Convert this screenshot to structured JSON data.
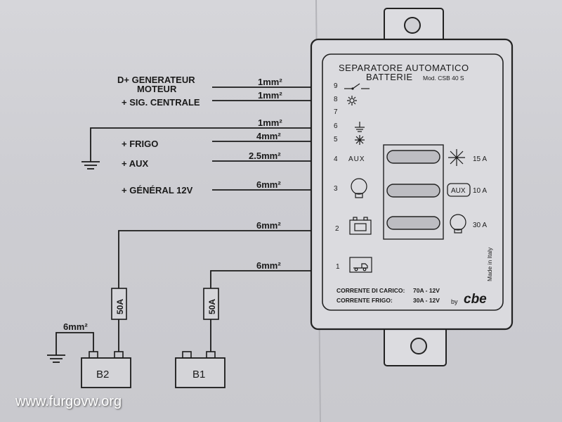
{
  "terminals": [
    {
      "line1": "D+  GENERATEUR",
      "line2": "MOTEUR",
      "wire": "1mm²"
    },
    {
      "label": "+ SIG. CENTRALE",
      "wire": "1mm²"
    },
    {
      "label": "",
      "wire": "1mm²"
    },
    {
      "label": "+ FRIGO",
      "wire": "4mm²"
    },
    {
      "label": "+ AUX",
      "wire": "2.5mm²"
    },
    {
      "label": "+ GÉNÉRAL 12V",
      "wire": "6mm²"
    },
    {
      "label": "",
      "wire": "6mm²"
    },
    {
      "label": "",
      "wire": "6mm²"
    }
  ],
  "panel": {
    "title1": "SEPARATORE AUTOMATICO",
    "title2": "BATTERIE",
    "model": "Mod. CSB 40 S",
    "pins": [
      "9",
      "8",
      "7",
      "6",
      "5",
      "4",
      "3",
      "2",
      "1"
    ],
    "aux_text": "AUX",
    "fuses": [
      "15 A",
      "10 A",
      "30 A"
    ],
    "fuse_aux": "AUX",
    "made_in": "Made in Italy",
    "current1_label": "CORRENTE DI CARICO:",
    "current1_value": "70A - 12V",
    "current2_label": "CORRENTE FRIGO:",
    "current2_value": "30A - 12V",
    "by": "by",
    "brand": "cbe"
  },
  "batteries": [
    {
      "name": "B2",
      "fuse": "50A"
    },
    {
      "name": "B1",
      "fuse": "50A"
    }
  ],
  "ground_wire": "6mm²",
  "watermark": "www.furgovw.org"
}
